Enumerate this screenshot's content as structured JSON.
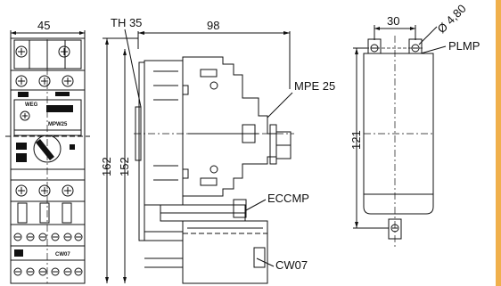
{
  "dimensions": {
    "front_width": "45",
    "side_depth": "98",
    "rail": "TH 35",
    "height_total": "162",
    "height_body": "152",
    "pkg_spacing": "30",
    "pkg_hole": "Ø 4,80",
    "pkg_height": "121"
  },
  "callouts": {
    "mpe": "MPE 25",
    "eccmp": "ECCMP",
    "cw": "CW07",
    "plmp": "PLMP"
  },
  "front_marks": {
    "brand": "WEG",
    "model": "MPW25",
    "contactor": "CW07"
  },
  "colors": {
    "line": "#111111",
    "accent": "#f0b04c",
    "background": "#ffffff"
  }
}
